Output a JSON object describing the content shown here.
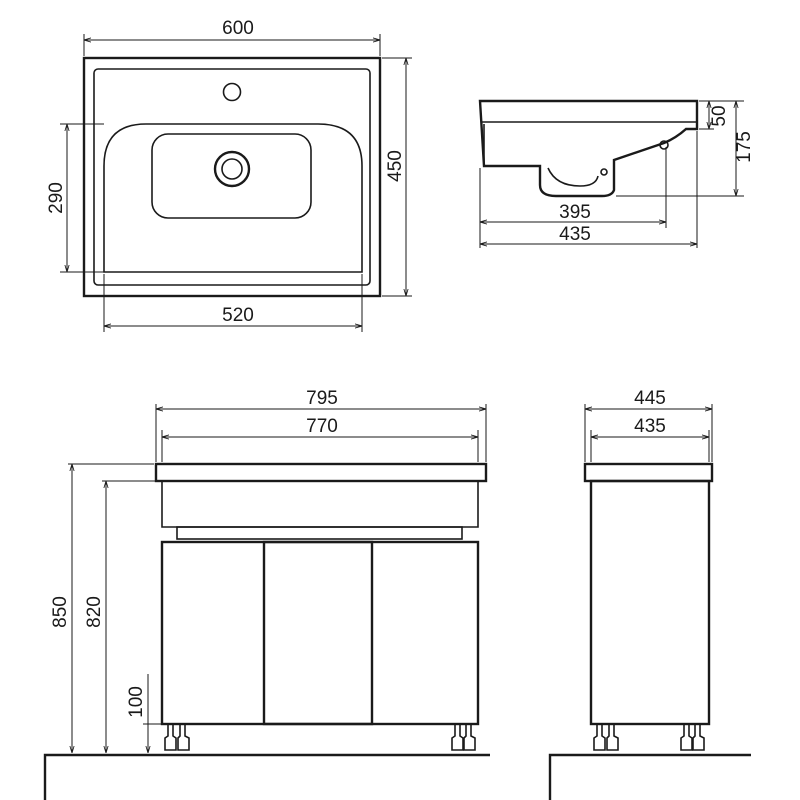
{
  "dimensions": {
    "basin_width": "600",
    "basin_depth": "450",
    "bowl_depth": "290",
    "bowl_width": "520",
    "rim_height": "50",
    "basin_height": "175",
    "inner_depth": "395",
    "basin_side_depth": "435",
    "cabinet_width_total": "795",
    "cabinet_body_width": "770",
    "cabinet_height_total": "850",
    "cabinet_height_body": "820",
    "leg_height": "100",
    "side_depth_total": "445",
    "side_depth_body": "435"
  },
  "colors": {
    "line": "#1a1a1a",
    "background": "#ffffff"
  }
}
